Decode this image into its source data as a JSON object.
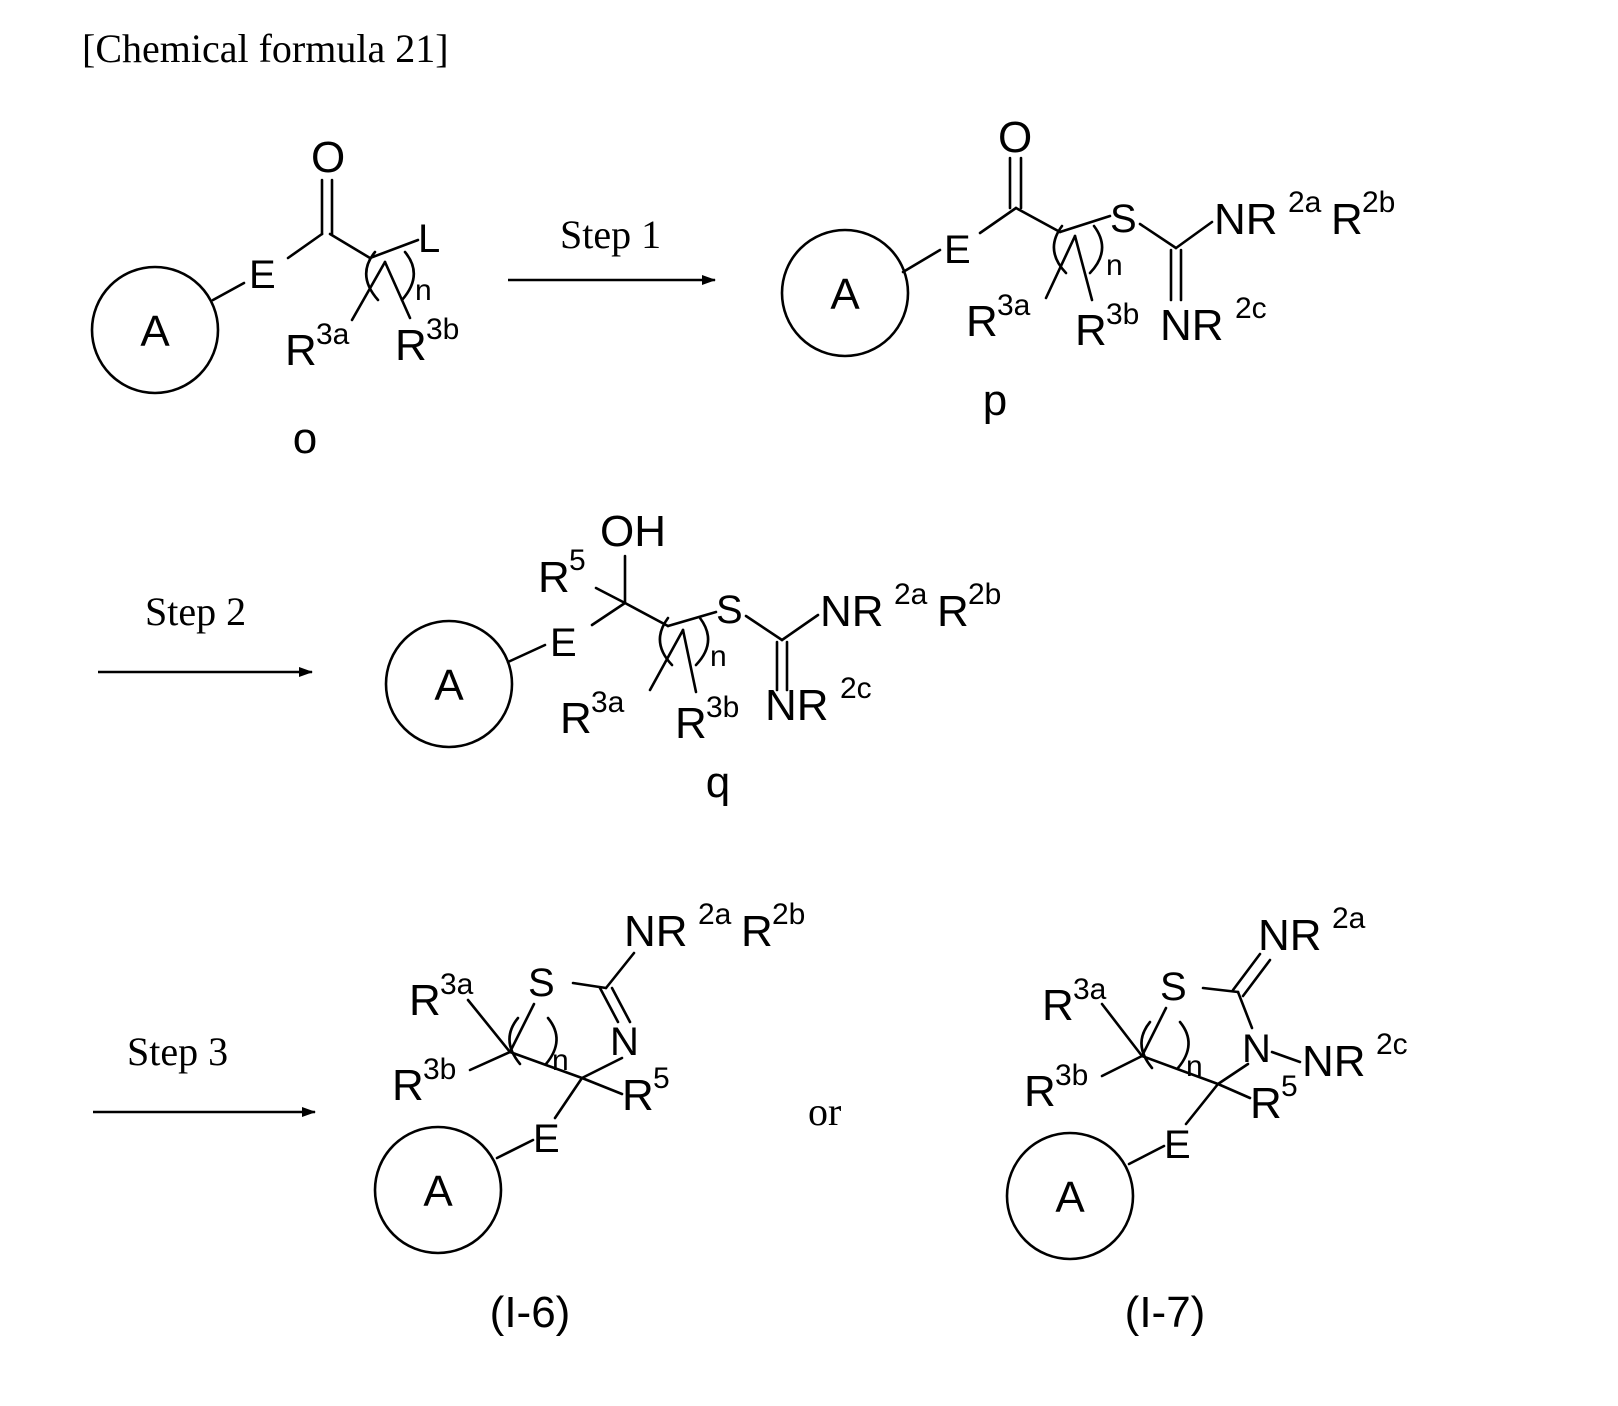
{
  "caption": "[Chemical formula 21]",
  "steps": {
    "step1": "Step 1",
    "step2": "Step 2",
    "step3": "Step 3"
  },
  "connector": "or",
  "compound_labels": {
    "o": "o",
    "p": "p",
    "q": "q",
    "i6": "(I-6)",
    "i7": "(I-7)"
  },
  "atoms": {
    "ring": "A",
    "E": "E",
    "O": "O",
    "OH": "OH",
    "L": "L",
    "n": "n",
    "R": "R",
    "S": "S",
    "N": "N",
    "NR": "NR",
    "sup_3a": "3a",
    "sup_3b": "3b",
    "sup_2a": "2a",
    "sup_2b": "2b",
    "sup_2c": "2c",
    "sup_5": "5"
  }
}
